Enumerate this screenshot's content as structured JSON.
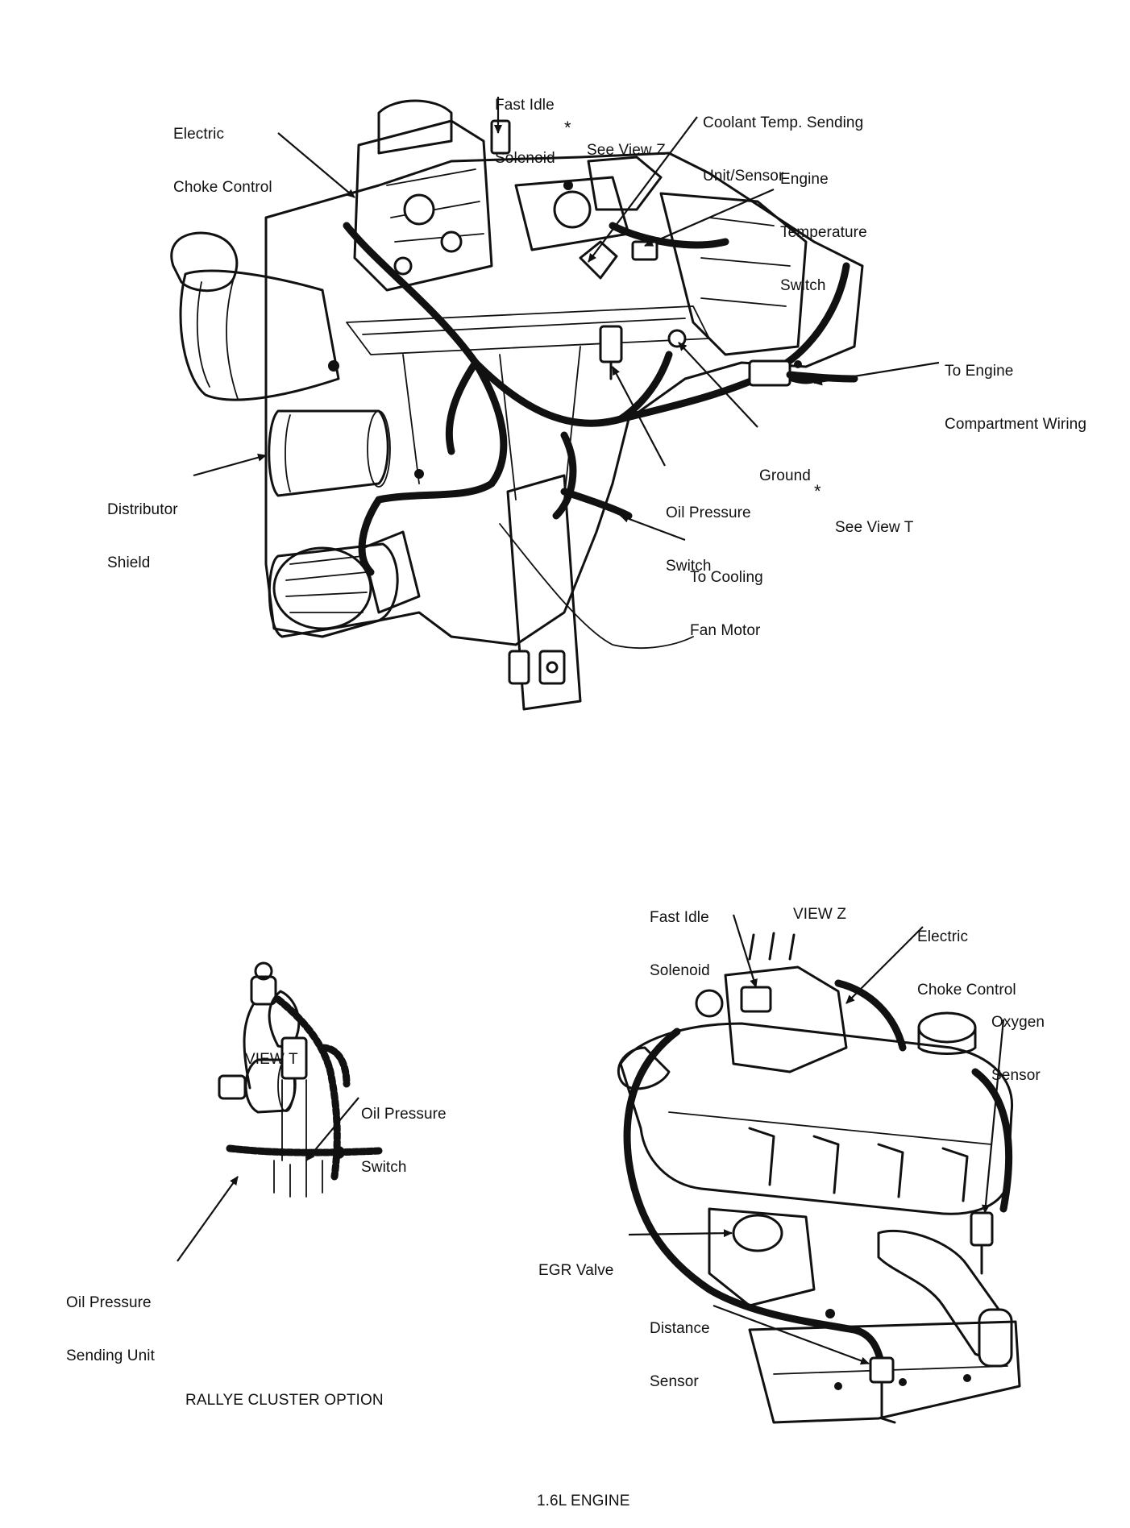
{
  "main_view": {
    "labels": {
      "fast_idle_solenoid": [
        "Fast Idle",
        "Solenoid"
      ],
      "electric_choke_control": [
        "Electric",
        "Choke Control"
      ],
      "see_view_z": "See View Z",
      "coolant_temp_sensor": [
        "Coolant Temp. Sending",
        "Unit/Sensor"
      ],
      "engine_temperature_switch": [
        "Engine",
        "Temperature",
        "Switch"
      ],
      "to_engine_compartment_wiring": [
        "To Engine",
        "Compartment Wiring"
      ],
      "ground": "Ground",
      "distributor_shield": [
        "Distributor",
        "Shield"
      ],
      "oil_pressure_switch": [
        "Oil Pressure",
        "Switch"
      ],
      "see_view_t": "See View T",
      "to_cooling_fan_motor": [
        "To Cooling",
        "Fan Motor"
      ]
    }
  },
  "view_t": {
    "title": "VIEW T",
    "labels": {
      "oil_pressure_switch": [
        "Oil Pressure",
        "Switch"
      ],
      "oil_pressure_sending_unit": [
        "Oil Pressure",
        "Sending Unit"
      ]
    },
    "caption": "RALLYE CLUSTER OPTION"
  },
  "view_z": {
    "title": "VIEW Z",
    "labels": {
      "fast_idle_solenoid": [
        "Fast Idle",
        "Solenoid"
      ],
      "electric_choke_control": [
        "Electric",
        "Choke Control"
      ],
      "oxygen_sensor": [
        "Oxygen",
        "Sensor"
      ],
      "egr_valve": "EGR Valve",
      "distance_sensor": [
        "Distance",
        "Sensor"
      ]
    }
  },
  "footer": {
    "engine_caption": "1.6L ENGINE"
  }
}
